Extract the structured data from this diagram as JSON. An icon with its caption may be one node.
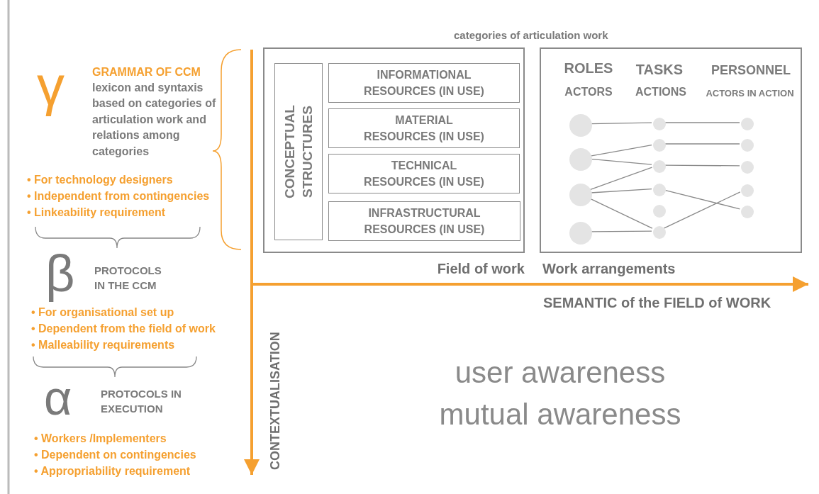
{
  "diagram": {
    "nodes": [
      {
        "text": [],
        "shape": "box",
        "beside": [
          "Field of work"
        ]
      },
      {
        "text": [
          "CONCEPTUAL STRUCTURES"
        ],
        "in": 0
      },
      {
        "text": [
          "INFORMATIONAL RESOURCES (IN USE)"
        ],
        "in": 0
      },
      {
        "text": [
          "MATERIAL RESOURCES (IN USE)"
        ],
        "in": 0
      },
      {
        "text": [
          "TECHNICAL RESOURCES (IN USE)"
        ],
        "in": 0
      },
      {
        "text": [
          "INFRASTRUCTURAL RESOURCES (IN USE)"
        ],
        "in": 0
      },
      {
        "text": [
          "ROLES",
          "ACTORS",
          "TASKS",
          "ACTIONS",
          "PERSONNEL",
          "ACTORS IN ACTION"
        ],
        "beside": [
          "Work arrangements"
        ]
      },
      {
        "text": [],
        "shape": "circle",
        "in": 6
      },
      {
        "text": [],
        "shape": "circle",
        "in": 6
      },
      {
        "text": [],
        "shape": "circle",
        "in": 6
      },
      {
        "text": [],
        "shape": "circle",
        "in": 6
      },
      {
        "text": [],
        "shape": "circle",
        "in": 6
      },
      {
        "text": [],
        "shape": "circle",
        "in": 6
      },
      {
        "text": [],
        "shape": "circle",
        "in": 6
      },
      {
        "text": [],
        "shape": "circle",
        "in": 6
      },
      {
        "text": [],
        "shape": "circle",
        "in": 6
      },
      {
        "text": [],
        "shape": "circle",
        "in": 6
      },
      {
        "text": [],
        "shape": "circle",
        "in": 6
      },
      {
        "text": [],
        "shape": "circle",
        "in": 6
      },
      {
        "text": [],
        "shape": "circle",
        "in": 6
      },
      {
        "text": [],
        "shape": "circle",
        "in": 6
      },
      {
        "text": [],
        "shape": "circle",
        "in": 6
      }
    ],
    "edges": [
      {
        "from": 7,
        "to": 11,
        "arrow": "none"
      },
      {
        "from": 11,
        "to": 17,
        "arrow": "none"
      },
      {
        "from": 8,
        "to": 12,
        "arrow": "none"
      },
      {
        "from": 8,
        "to": 13,
        "arrow": "none"
      },
      {
        "from": 12,
        "to": 18,
        "arrow": "none"
      },
      {
        "from": 13,
        "to": 19,
        "arrow": "none"
      },
      {
        "from": 9,
        "to": 13,
        "arrow": "none"
      },
      {
        "from": 9,
        "to": 14,
        "arrow": "none"
      },
      {
        "from": 9,
        "to": 16,
        "arrow": "none"
      },
      {
        "from": 14,
        "to": 21,
        "arrow": "none"
      },
      {
        "from": 10,
        "to": 16,
        "arrow": "none"
      },
      {
        "from": 16,
        "to": 20,
        "arrow": "none"
      }
    ],
    "labels": [
      "γ",
      "GRAMMAR OF CCM",
      "lexicon and syntaxis based on categories of articulation work and relations among categories",
      "• For technology designers",
      "• Independent from contingencies",
      "• Linkeability requirement",
      "β",
      "PROTOCOLS IN THE CCM",
      "• For organisational set up",
      "• Dependent from the field of work",
      "• Malleability requirements",
      "α",
      "PROTOCOLS IN EXECUTION",
      "• Workers /Implementers",
      "• Dependent on contingencies",
      "• Appropriability requirement",
      "categories of articulation work",
      "SEMANTIC of the FIELD of WORK",
      "CONTEXTUALISATION",
      "user awareness",
      "mutual awareness"
    ]
  }
}
